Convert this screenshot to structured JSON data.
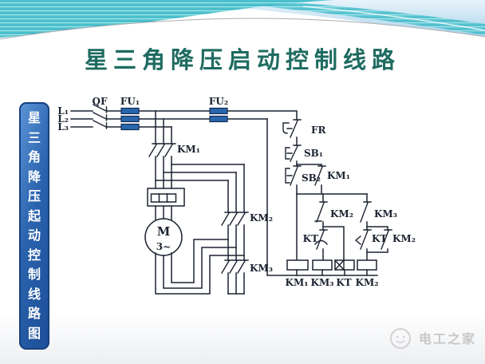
{
  "slide": {
    "title": "星三角降压启动控制线路"
  },
  "sidebar": {
    "text": "星三角降压起动控制线路图",
    "chars": [
      "星",
      "三",
      "角",
      "降",
      "压",
      "起",
      "动",
      "控",
      "制",
      "线",
      "路",
      "图"
    ]
  },
  "circuit": {
    "phase_labels": {
      "l1": "L₁",
      "l2": "L₂",
      "l3": "L₃"
    },
    "breaker": "QF",
    "fuses": {
      "fu1": "FU₁",
      "fu2": "FU₂"
    },
    "main_contacts": {
      "km1": "KM₁",
      "km2": "KM₂",
      "km3": "KM₃"
    },
    "motor": {
      "letter": "M",
      "phase": "3~"
    },
    "control": {
      "thermal_relay": "FR",
      "stop_button": "SB₁",
      "start_button": "SB₂",
      "km1_seal": "KM₁",
      "km2_interlock": "KM₂",
      "km3_interlock": "KM₃",
      "kt_nc": "KT",
      "kt_no": "KT",
      "km2_seal": "KM₂"
    },
    "coils": {
      "km1": "KM₁",
      "km3": "KM₃",
      "kt": "KT",
      "km2": "KM₂"
    }
  },
  "watermark": {
    "text": "电工之家"
  },
  "colors": {
    "wire": "#1c2330",
    "fuse": "#2a66ad",
    "fuse_border": "#122c55",
    "title": "#1e6b60",
    "sidebar_bg1": "#5b93d6",
    "sidebar_bg2": "#1d4f97",
    "sidebar_border": "#16407e",
    "sidebar_text": "#ffffff",
    "banner_teal": "#49c2cf",
    "banner_teal_light": "#8fdbe2",
    "banner_sky": "#a9d2ea",
    "watermark": "#c7c7c7"
  }
}
